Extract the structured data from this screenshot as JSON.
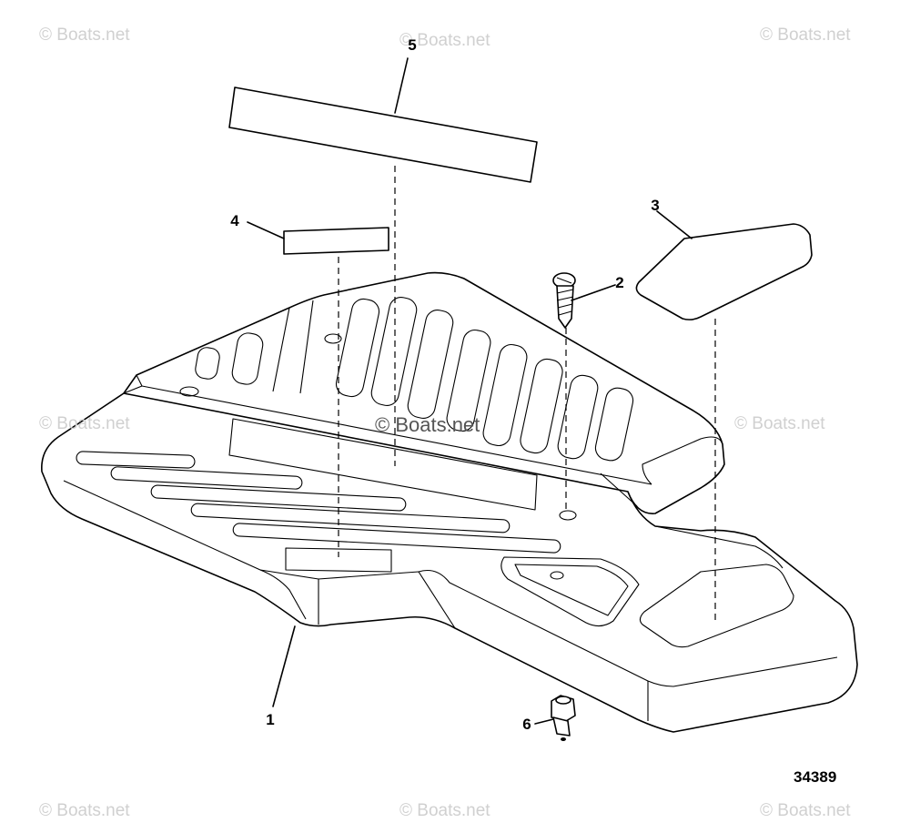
{
  "watermarks": {
    "top_left": "© Boats.net",
    "top_center": "© Boats.net",
    "top_right": "© Boats.net",
    "mid_left": "© Boats.net",
    "center": "© Boats.net",
    "mid_right": "© Boats.net",
    "bottom_left": "© Boats.net",
    "bottom_center": "© Boats.net",
    "bottom_right": "© Boats.net"
  },
  "callouts": {
    "part_1": "1",
    "part_2": "2",
    "part_3": "3",
    "part_4": "4",
    "part_5": "5",
    "part_6": "6"
  },
  "figure_number": "34389"
}
